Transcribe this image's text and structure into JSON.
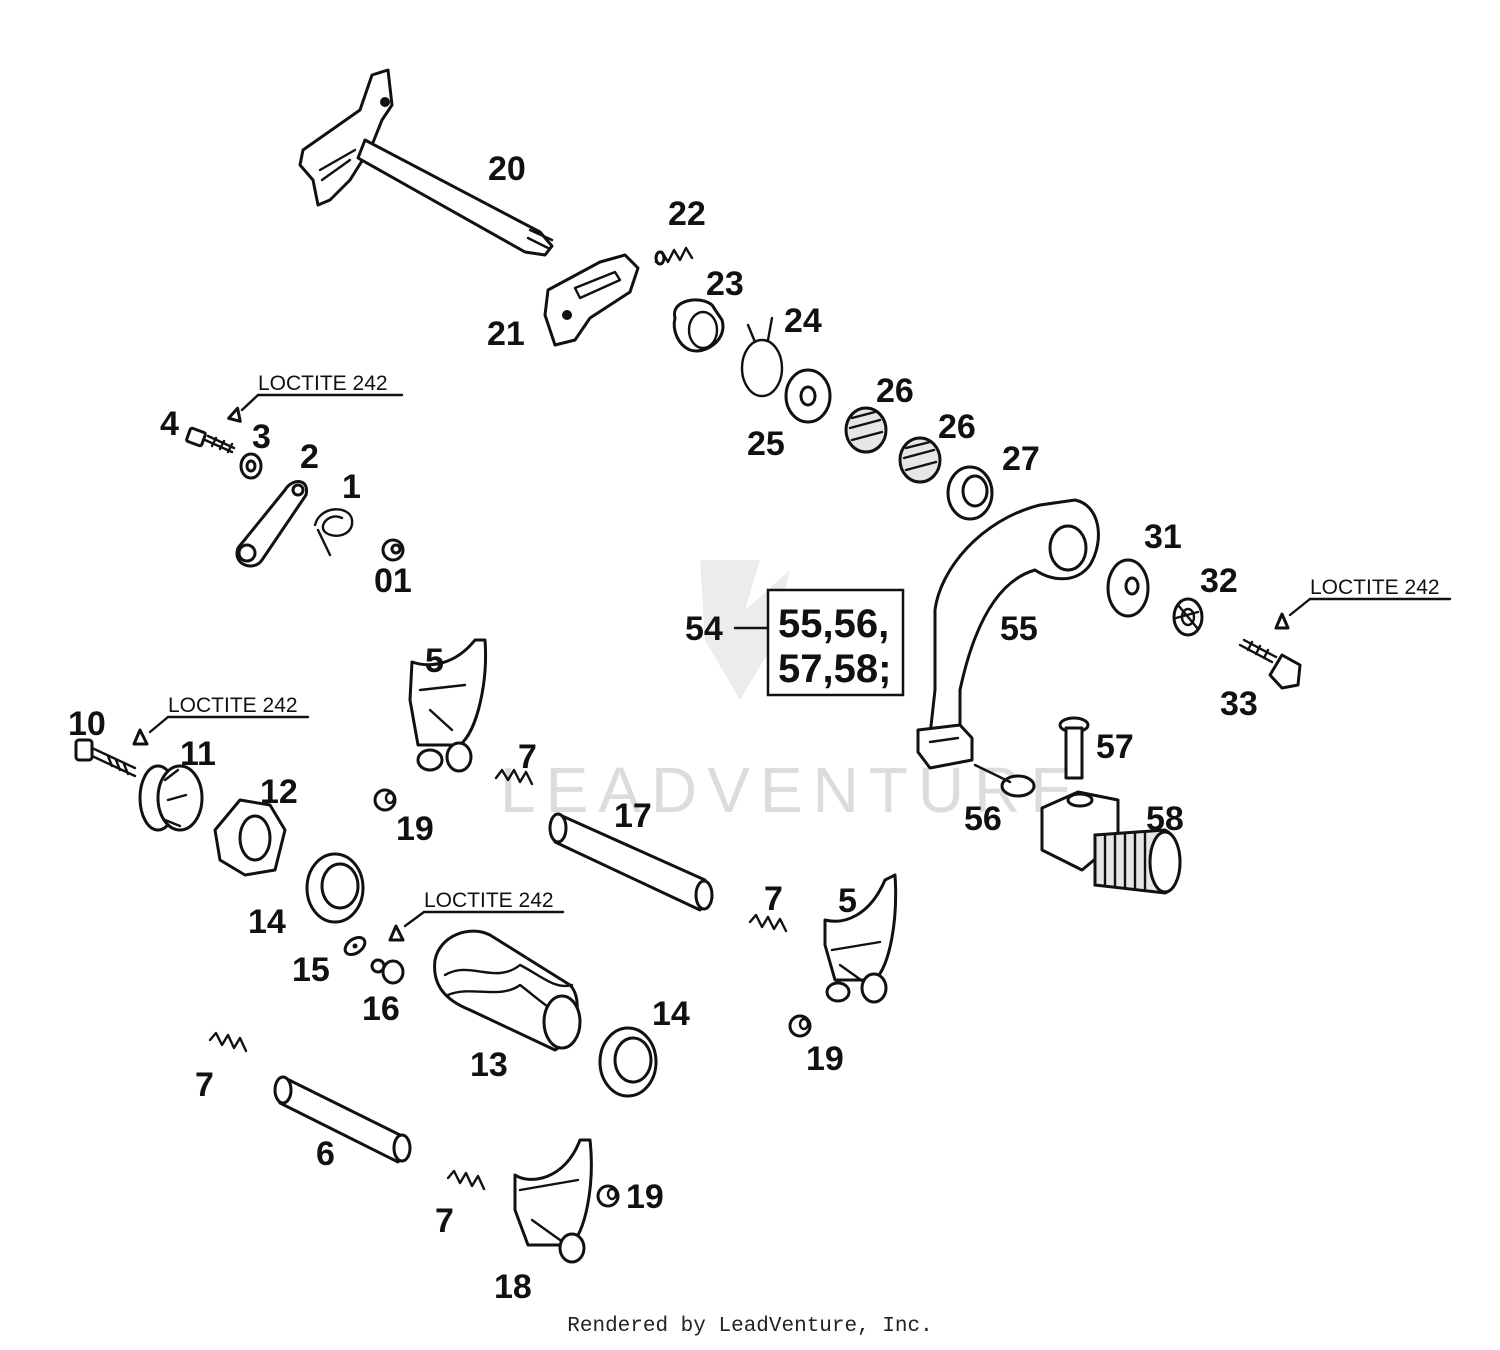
{
  "diagram": {
    "footer": "Rendered by LeadVenture, Inc.",
    "watermark": "LEADVENTURE",
    "kit_box": {
      "ref": "54",
      "line1": "55,56,",
      "line2": "57,58;"
    },
    "notes": [
      "LOCTITE 242",
      "LOCTITE 242",
      "LOCTITE 242",
      "LOCTITE 242"
    ],
    "callouts": [
      "20",
      "21",
      "22",
      "23",
      "24",
      "25",
      "26",
      "26",
      "27",
      "4",
      "3",
      "2",
      "1",
      "01",
      "31",
      "32",
      "33",
      "55",
      "57",
      "58",
      "56",
      "5",
      "7",
      "10",
      "11",
      "12",
      "19",
      "17",
      "14",
      "15",
      "16",
      "13",
      "14",
      "5",
      "7",
      "19",
      "7",
      "6",
      "7",
      "18",
      "19"
    ]
  }
}
